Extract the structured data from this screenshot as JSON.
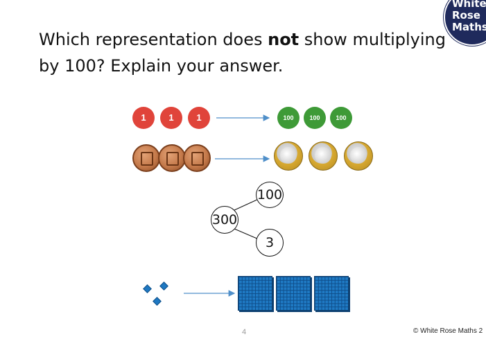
{
  "logo": {
    "line1": "White",
    "line2": "Rose",
    "line3": "Maths"
  },
  "question": {
    "part1": "Which representation does ",
    "bold": "not",
    "part2": " show multiplying by 100? Explain your answer."
  },
  "counters_left": [
    "1",
    "1",
    "1"
  ],
  "counters_right": [
    "100",
    "100",
    "100"
  ],
  "part_whole": {
    "whole": "300",
    "part_top": "100",
    "part_bottom": "3"
  },
  "footer": {
    "page_number": "4",
    "copyright": "© White Rose Maths 2"
  },
  "colors": {
    "arrow": "#4f8fc9",
    "red_counter": "#e0443a",
    "green_counter": "#3e9a37",
    "base_ten": "#1f7ac4"
  }
}
